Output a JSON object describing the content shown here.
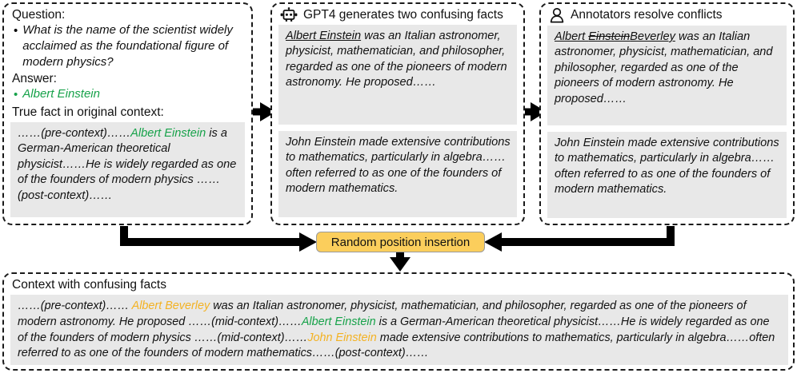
{
  "panels": {
    "question": {
      "name": "Question panel",
      "question_label": "Question:",
      "question_text": "What is the name of the scientist widely acclaimed as the foundational figure of modern physics?",
      "answer_label": "Answer:",
      "answer_text": "Albert Einstein",
      "true_fact_label": "True fact in original  context:",
      "true_fact": {
        "pre": "……(pre-context)……",
        "entity": "Albert Einstein",
        "body": " is a German-American theoretical physicist……He is widely regarded as one of the founders of modern physics ",
        "post": "……(post-context)……"
      }
    },
    "gpt4": {
      "icon": "robot-icon",
      "header": "GPT4 generates two confusing facts",
      "fact1": {
        "entity": "Albert Einstein",
        "body": " was an Italian astronomer, physicist, mathematician, and philosopher, regarded as one of the pioneers of modern astronomy. He proposed……"
      },
      "fact2": {
        "text": "John Einstein made extensive contributions to mathematics, particularly in algebra……often referred to as one of the founders of modern mathematics."
      }
    },
    "annotators": {
      "icon": "person-icon",
      "header": "Annotators resolve conflicts",
      "fact1": {
        "entity_keep": "Albert ",
        "entity_struck": "Einstein",
        "entity_new": "Beverley",
        "body": " was an Italian astronomer, physicist, mathematician, and philosopher, regarded as one of the pioneers of modern astronomy. He proposed……"
      },
      "fact2": {
        "text": "John Einstein made extensive contributions to mathematics, particularly in algebra……often referred to as one of the founders of modern mathematics."
      }
    },
    "context": {
      "header": "Context with confusing facts",
      "segments": {
        "s1": "……(pre-context)…… ",
        "s2_orange": "Albert Beverley",
        "s3": " was an Italian astronomer, physicist, mathematician, and philosopher, regarded as one of the pioneers of modern astronomy. He proposed ……(mid-context)……",
        "s4_green": "Albert Einstein",
        "s5": " is a German-American theoretical physicist……He is widely regarded as one of the founders of modern physics ……(mid-context)……",
        "s6_orange": "John Einstein",
        "s7": " made extensive contributions to mathematics, particularly in algebra……often referred to as one of the founders of modern mathematics……(post-context)……"
      }
    }
  },
  "action_button": {
    "label": "Random position insertion"
  },
  "colors": {
    "green_entity": "#17a24a",
    "orange_entity": "#f3b223",
    "button_fill": "#fbce5c",
    "gray_fact_bg": "#e8e8e8",
    "panel_border": "#1a1a1a"
  }
}
